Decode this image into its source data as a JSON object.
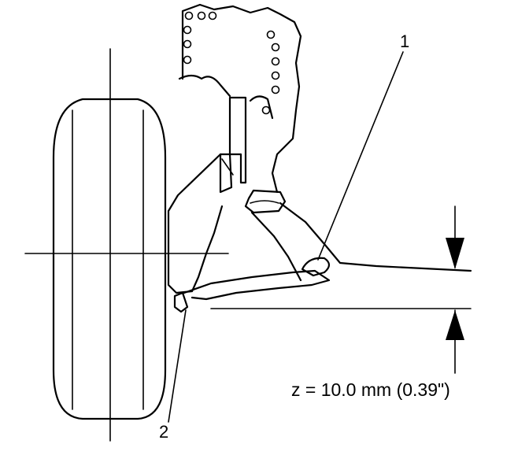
{
  "callouts": {
    "one": "1",
    "two": "2"
  },
  "dimension": {
    "label": "z = 10.0 mm (0.39\")"
  },
  "colors": {
    "ink": "#000000",
    "background": "#ffffff"
  }
}
